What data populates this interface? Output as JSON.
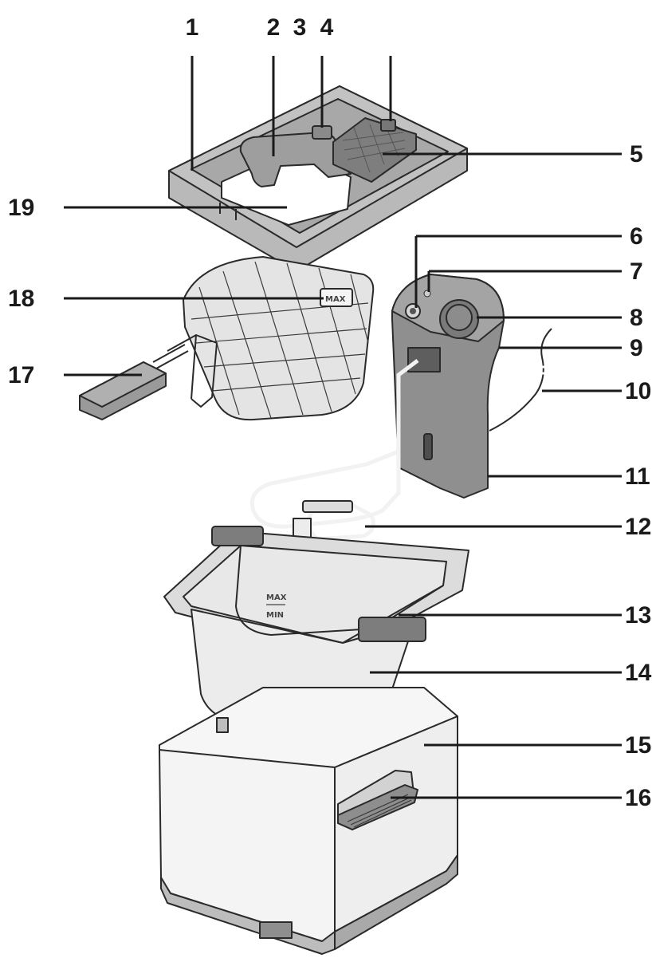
{
  "diagram": {
    "callouts": [
      {
        "id": "1",
        "label": "1"
      },
      {
        "id": "2",
        "label": "2"
      },
      {
        "id": "3",
        "label": "3"
      },
      {
        "id": "4",
        "label": "4"
      },
      {
        "id": "5",
        "label": "5"
      },
      {
        "id": "6",
        "label": "6"
      },
      {
        "id": "7",
        "label": "7"
      },
      {
        "id": "8",
        "label": "8"
      },
      {
        "id": "9",
        "label": "9"
      },
      {
        "id": "10",
        "label": "10"
      },
      {
        "id": "11",
        "label": "11"
      },
      {
        "id": "12",
        "label": "12"
      },
      {
        "id": "13",
        "label": "13"
      },
      {
        "id": "14",
        "label": "14"
      },
      {
        "id": "15",
        "label": "15"
      },
      {
        "id": "16",
        "label": "16"
      },
      {
        "id": "17",
        "label": "17"
      },
      {
        "id": "18",
        "label": "18"
      },
      {
        "id": "19",
        "label": "19"
      }
    ],
    "bowl_markings": {
      "max": "MAX",
      "min": "MIN"
    },
    "basket_tag": "MAX"
  },
  "colors": {
    "outline": "#2a2a2a",
    "lid": "#b9b9b9",
    "lid_inner": "#a5a5a5",
    "control_unit": "#8f8f8f",
    "bowl": "#ececec",
    "housing": "#f4f4f4",
    "handle": "#9a9a9a"
  }
}
